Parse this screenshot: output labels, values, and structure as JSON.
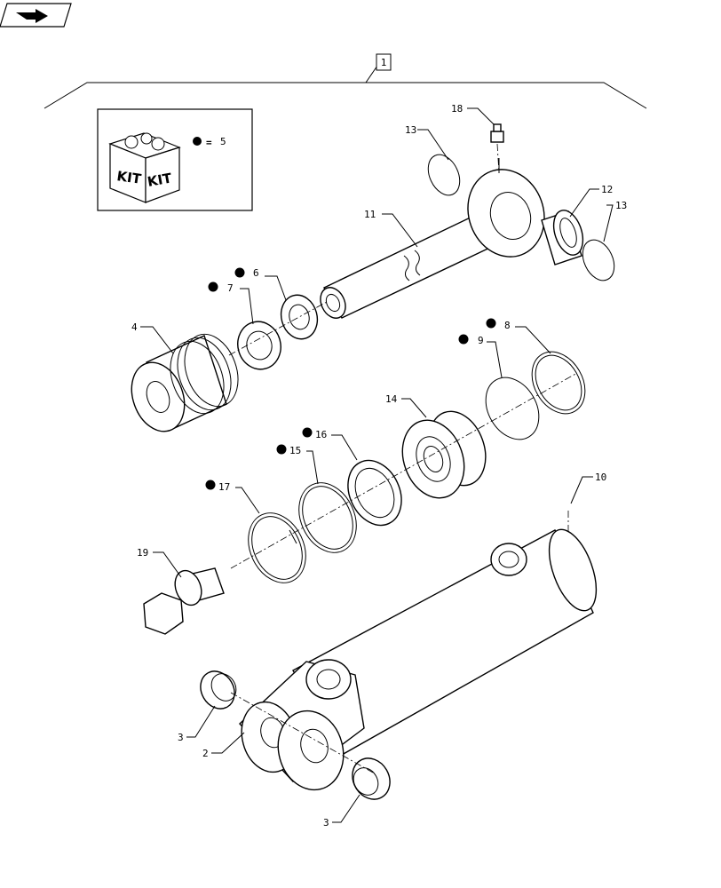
{
  "nav": {
    "icon": "return-arrow-icon"
  },
  "assembly_ref": "1",
  "kit_legend": {
    "kit_label": "KIT",
    "equals": "=",
    "ref": "5"
  },
  "callouts": {
    "c2": "2",
    "c3a": "3",
    "c3b": "3",
    "c4": "4",
    "c6": "6",
    "c7": "7",
    "c8": "8",
    "c9": "9",
    "c10": "10",
    "c11": "11",
    "c12": "12",
    "c13a": "13",
    "c13b": "13",
    "c14": "14",
    "c15": "15",
    "c16": "16",
    "c17": "17",
    "c18": "18",
    "c19": "19"
  }
}
